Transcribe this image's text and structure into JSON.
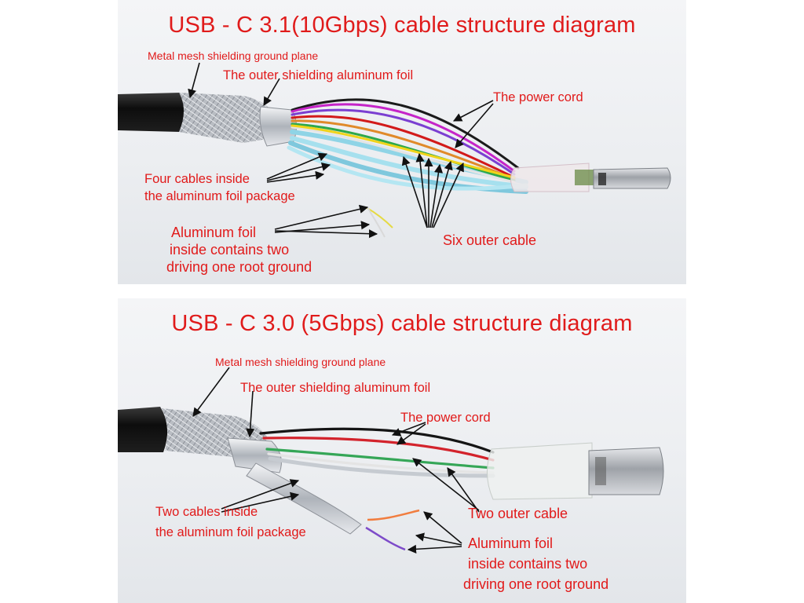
{
  "diagrams": [
    {
      "title": "USB -  C 3.1(10Gbps) cable structure diagram",
      "labels": {
        "metal_mesh": "Metal mesh shielding ground plane",
        "outer_foil": "The outer shielding aluminum foil",
        "power_cord": "The power cord",
        "four_cables_1": "Four cables inside",
        "four_cables_2": "the aluminum foil package",
        "foil_inside_1": "Aluminum foil",
        "foil_inside_2": "inside contains two",
        "foil_inside_3": "driving one root ground",
        "six_outer": "Six outer cable"
      }
    },
    {
      "title": "USB -  C 3.0 (5Gbps) cable structure diagram",
      "labels": {
        "metal_mesh": "Metal mesh shielding ground plane",
        "outer_foil": "The outer shielding aluminum foil",
        "power_cord": "The power cord",
        "two_cables_1": "Two cables inside",
        "two_cables_2": "the aluminum foil package",
        "two_outer": "Two outer cable",
        "foil_inside_1": "Aluminum foil",
        "foil_inside_2": "inside contains two",
        "foil_inside_3": "driving one root ground"
      }
    }
  ],
  "colors": {
    "label_red": "#e11a1a",
    "title_red": "#e01b1b",
    "cable_black": "#151515",
    "foil_silver": "#c9ccd1",
    "connector_metal": "#b9bcc2"
  }
}
